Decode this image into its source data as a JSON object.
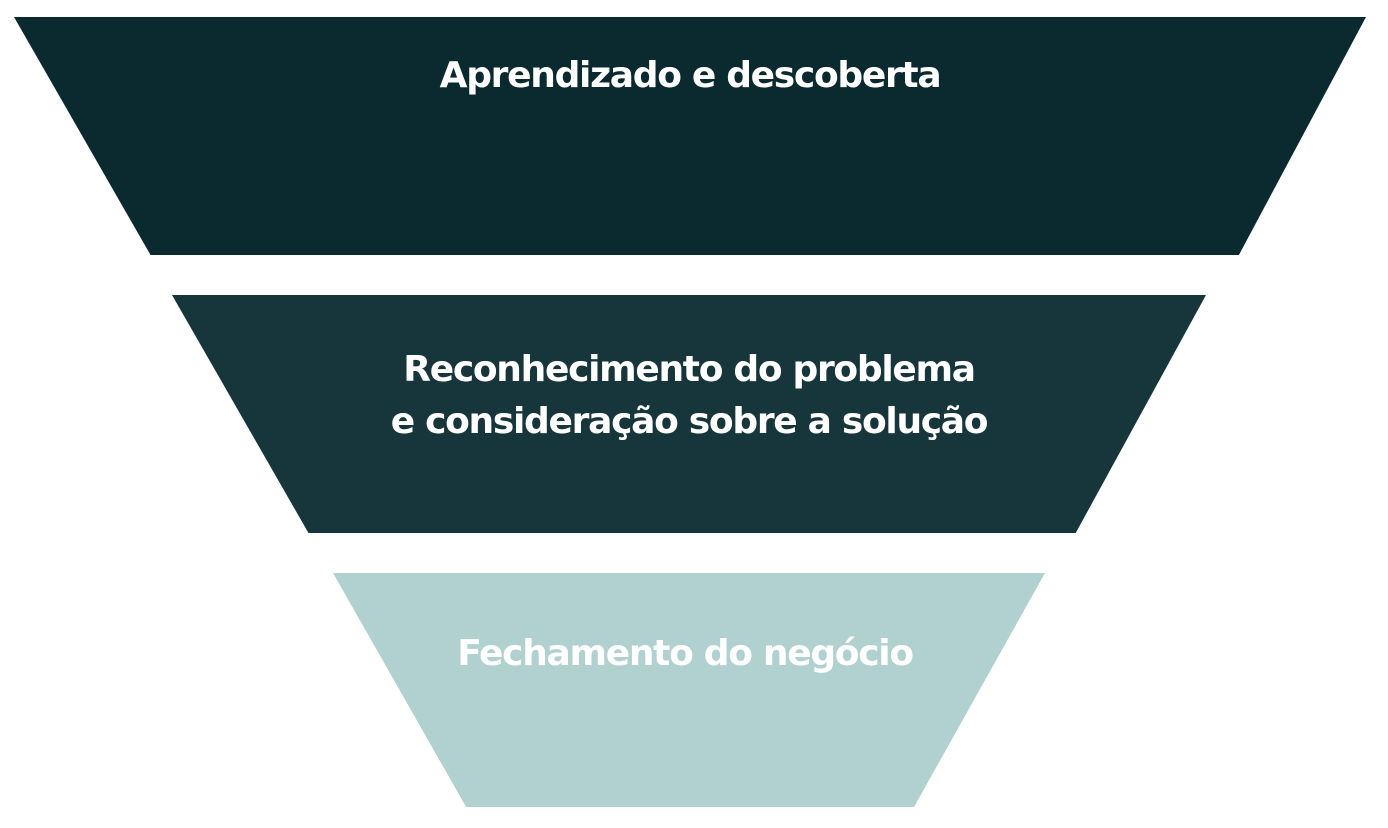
{
  "funnel": {
    "stages": [
      {
        "label": "Aprendizado e descoberta",
        "color": "#0a2a2f"
      },
      {
        "label": "Reconhecimento do problema\ne consideração sobre a solução",
        "color": "#16363b"
      },
      {
        "label": "Fechamento do negócio",
        "color": "#b0d1cf"
      }
    ],
    "text_color": "#ffffff"
  }
}
